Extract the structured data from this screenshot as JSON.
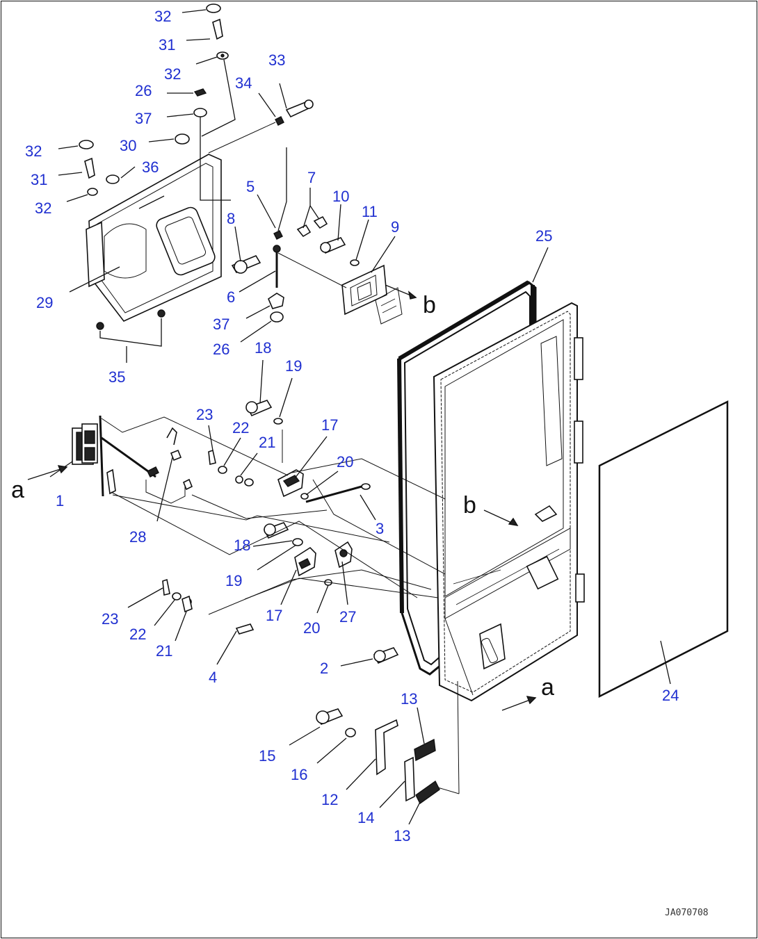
{
  "callouts": [
    {
      "id": "c32a",
      "label": "32"
    },
    {
      "id": "c31a",
      "label": "31"
    },
    {
      "id": "c32b",
      "label": "32"
    },
    {
      "id": "c26a",
      "label": "26"
    },
    {
      "id": "c37a",
      "label": "37"
    },
    {
      "id": "c30",
      "label": "30"
    },
    {
      "id": "c32c",
      "label": "32"
    },
    {
      "id": "c36",
      "label": "36"
    },
    {
      "id": "c31b",
      "label": "31"
    },
    {
      "id": "c32d",
      "label": "32"
    },
    {
      "id": "c29",
      "label": "29"
    },
    {
      "id": "c35",
      "label": "35"
    },
    {
      "id": "c33",
      "label": "33"
    },
    {
      "id": "c34",
      "label": "34"
    },
    {
      "id": "c5",
      "label": "5"
    },
    {
      "id": "c7",
      "label": "7"
    },
    {
      "id": "c10",
      "label": "10"
    },
    {
      "id": "c11",
      "label": "11"
    },
    {
      "id": "c9",
      "label": "9"
    },
    {
      "id": "c8",
      "label": "8"
    },
    {
      "id": "c6",
      "label": "6"
    },
    {
      "id": "c37b",
      "label": "37"
    },
    {
      "id": "c26b",
      "label": "26"
    },
    {
      "id": "c25",
      "label": "25"
    },
    {
      "id": "c18a",
      "label": "18"
    },
    {
      "id": "c19a",
      "label": "19"
    },
    {
      "id": "c23a",
      "label": "23"
    },
    {
      "id": "c22a",
      "label": "22"
    },
    {
      "id": "c21a",
      "label": "21"
    },
    {
      "id": "c17a",
      "label": "17"
    },
    {
      "id": "c20a",
      "label": "20"
    },
    {
      "id": "c3",
      "label": "3"
    },
    {
      "id": "c1",
      "label": "1"
    },
    {
      "id": "c28",
      "label": "28"
    },
    {
      "id": "c18b",
      "label": "18"
    },
    {
      "id": "c19b",
      "label": "19"
    },
    {
      "id": "c17b",
      "label": "17"
    },
    {
      "id": "c20b",
      "label": "20"
    },
    {
      "id": "c27",
      "label": "27"
    },
    {
      "id": "c23b",
      "label": "23"
    },
    {
      "id": "c22b",
      "label": "22"
    },
    {
      "id": "c21b",
      "label": "21"
    },
    {
      "id": "c4",
      "label": "4"
    },
    {
      "id": "c2",
      "label": "2"
    },
    {
      "id": "c24",
      "label": "24"
    },
    {
      "id": "c13a",
      "label": "13"
    },
    {
      "id": "c15",
      "label": "15"
    },
    {
      "id": "c16",
      "label": "16"
    },
    {
      "id": "c12",
      "label": "12"
    },
    {
      "id": "c14",
      "label": "14"
    },
    {
      "id": "c13b",
      "label": "13"
    }
  ],
  "view_refs": {
    "a_left": "a",
    "a_right": "a",
    "b_upper": "b",
    "b_lower": "b"
  },
  "drawing_code": "JA070708",
  "colors": {
    "callout": "#1f2fd0",
    "line": "#111111",
    "background": "#ffffff"
  }
}
